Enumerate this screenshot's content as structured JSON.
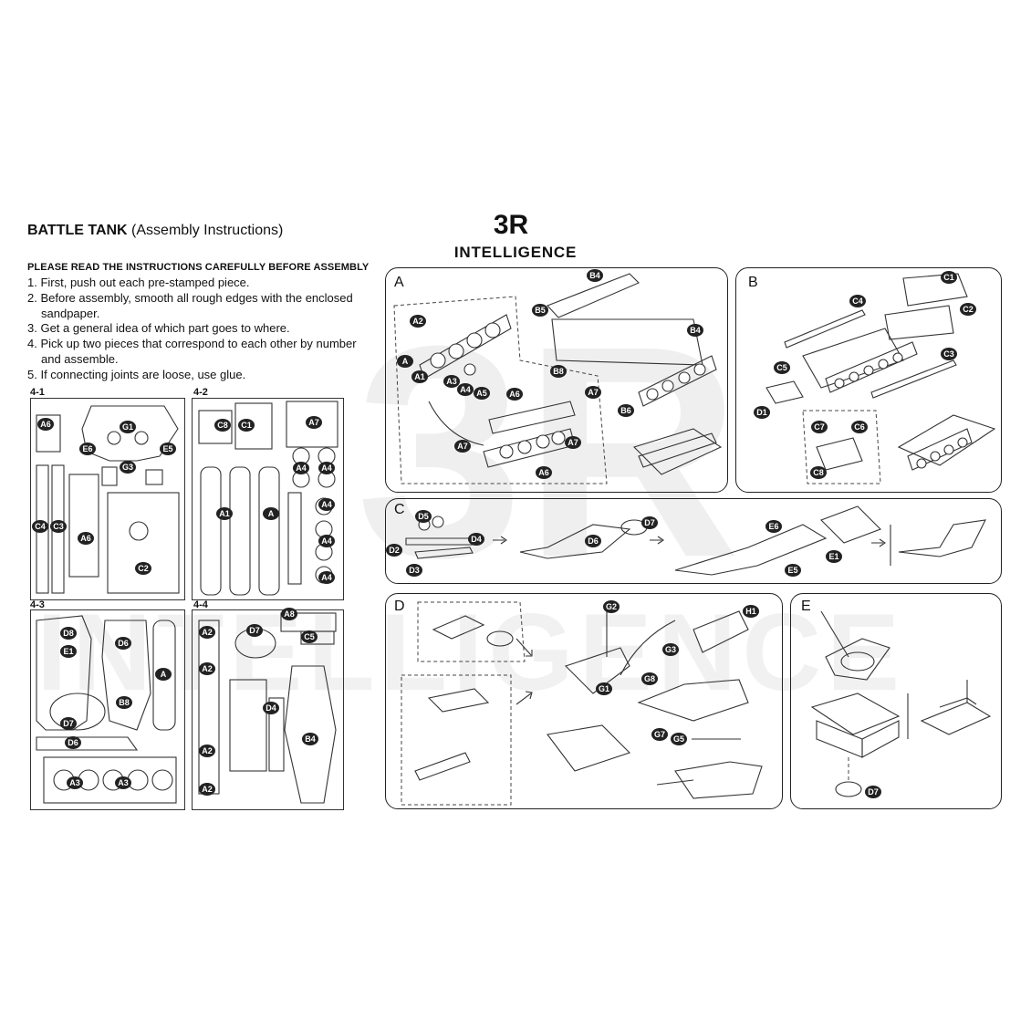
{
  "header": {
    "title_bold": "BATTLE TANK",
    "title_rest": " (Assembly Instructions)",
    "logo_text": "INTELLIGENCE",
    "logo_mark": "3R"
  },
  "instructions": {
    "heading": "PLEASE READ THE INSTRUCTIONS CAREFULLY BEFORE ASSEMBLY",
    "lines": [
      "1.  First, push out each pre-stamped piece.",
      "2. Before assembly, smooth all rough edges with the enclosed",
      "sandpaper.",
      "3. Get a general idea of which part goes to where.",
      "4. Pick up two pieces that correspond to each other by number",
      "and assemble.",
      "5. If connecting joints are loose, use glue."
    ]
  },
  "sheets": [
    "4-1",
    "4-2",
    "4-3",
    "4-4"
  ],
  "panels": [
    "A",
    "B",
    "C",
    "D",
    "E"
  ],
  "watermark": {
    "big": "3R",
    "word": "INTELLIGENCE"
  },
  "icons": {
    "logo": "3r-logo-icon"
  }
}
